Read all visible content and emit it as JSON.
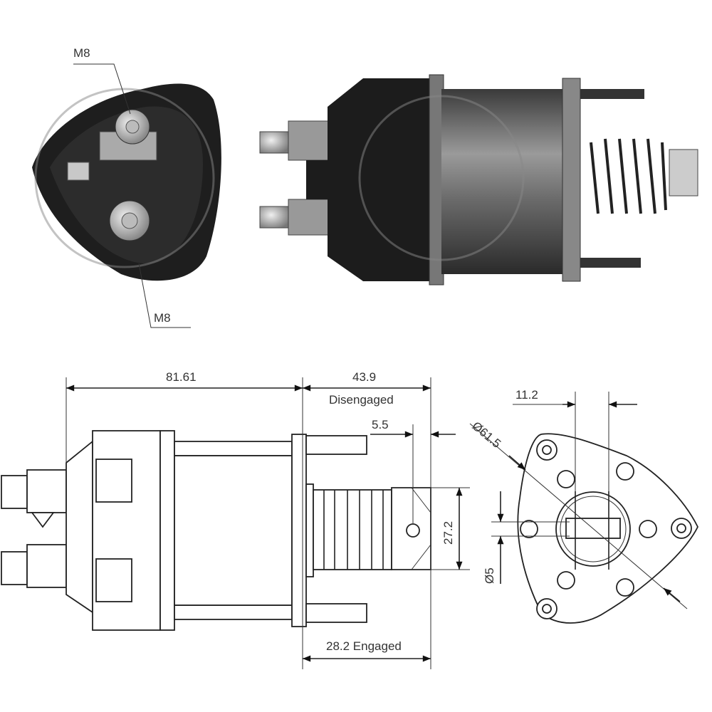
{
  "photo_labels": {
    "terminal_top": "M8",
    "terminal_bottom": "M8"
  },
  "dimensions": {
    "body_length": "81.61",
    "plunger_travel": "43.9",
    "disengaged_label": "Disengaged",
    "hole_offset": "5.5",
    "plunger_height": "27.2",
    "engaged_label": "28.2 Engaged",
    "stud_spacing": "11.2",
    "flange_diameter": "Ø61.5",
    "hole_diameter": "Ø5"
  },
  "colors": {
    "body": "#1c1c1c",
    "metal": "#8a8a8a",
    "line": "#222222"
  }
}
